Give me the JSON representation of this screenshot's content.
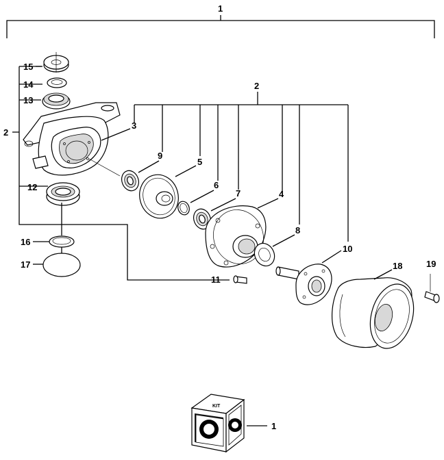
{
  "labels": {
    "l1_top": "1",
    "l2_left": "2",
    "l2_top": "2",
    "l3": "3",
    "l4": "4",
    "l5": "5",
    "l6": "6",
    "l7": "7",
    "l8": "8",
    "l9": "9",
    "l10": "10",
    "l11": "11",
    "l12": "12",
    "l13": "13",
    "l14": "14",
    "l15": "15",
    "l16": "16",
    "l17": "17",
    "l18": "18",
    "l19": "19",
    "l1_kit": "1"
  },
  "kit_box": {
    "top_text": "KIT"
  }
}
